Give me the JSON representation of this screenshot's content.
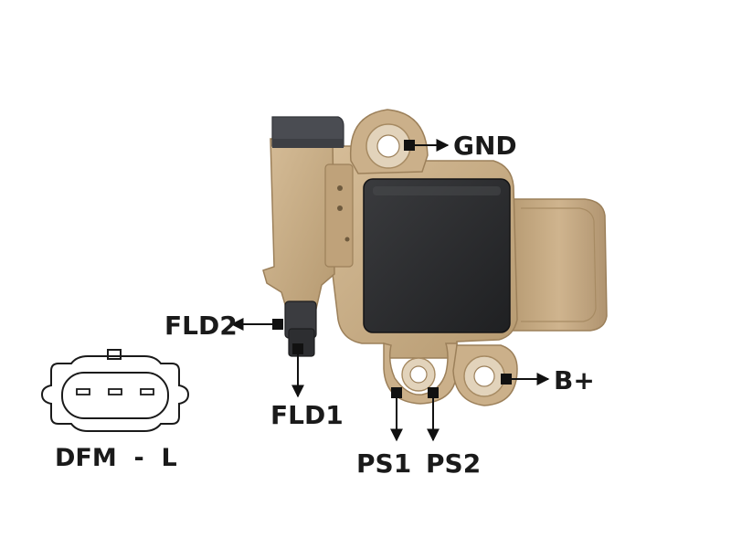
{
  "labels": {
    "gnd": "GND",
    "fld2": "FLD2",
    "fld1": "FLD1",
    "ps1": "PS1",
    "ps2": "PS2",
    "b_plus": "B+",
    "connector": "DFM  -  L"
  },
  "colors": {
    "housing": "#c7ab84",
    "housing_shadow": "#a98c63",
    "housing_light": "#dcc5a3",
    "potting": "#2c2d2f",
    "connector_cap": "#4a4c52",
    "marker": "#111111",
    "text": "#1a1a1a"
  }
}
